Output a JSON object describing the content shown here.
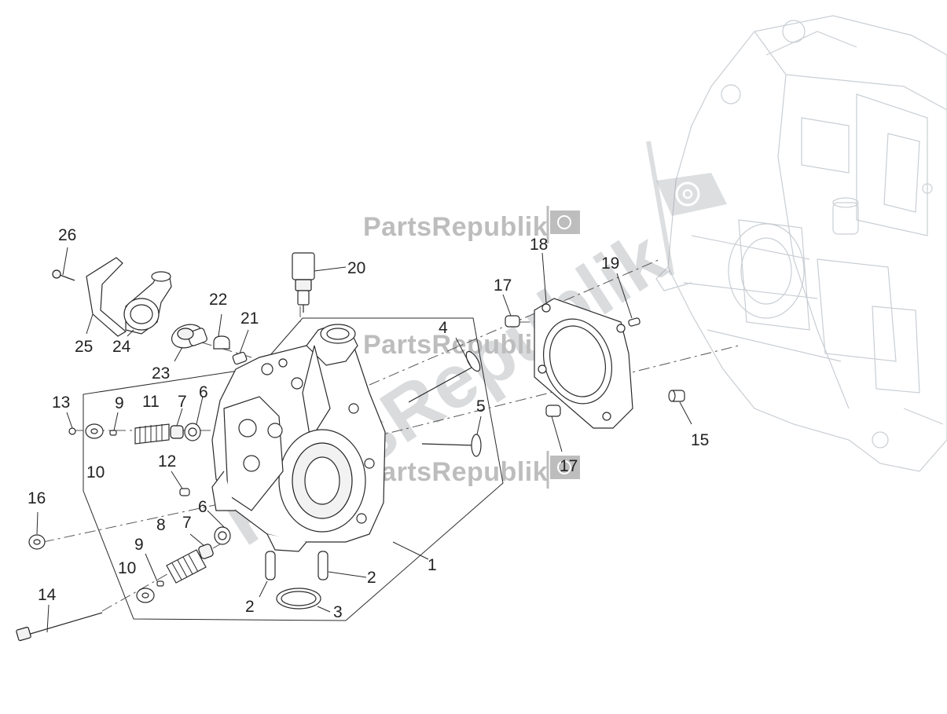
{
  "watermark": {
    "brand": "PartsRepublik",
    "brand_diagonal": "PartsRepublik",
    "logo": "gear-flag-icon"
  },
  "callouts": [
    {
      "id": "c1",
      "text": "1"
    },
    {
      "id": "c2a",
      "text": "2"
    },
    {
      "id": "c2b",
      "text": "2"
    },
    {
      "id": "c3",
      "text": "3"
    },
    {
      "id": "c4",
      "text": "4"
    },
    {
      "id": "c5",
      "text": "5"
    },
    {
      "id": "c6a",
      "text": "6"
    },
    {
      "id": "c6b",
      "text": "6"
    },
    {
      "id": "c7a",
      "text": "7"
    },
    {
      "id": "c7b",
      "text": "7"
    },
    {
      "id": "c8",
      "text": "8"
    },
    {
      "id": "c9a",
      "text": "9"
    },
    {
      "id": "c9b",
      "text": "9"
    },
    {
      "id": "c10a",
      "text": "10"
    },
    {
      "id": "c10b",
      "text": "10"
    },
    {
      "id": "c11",
      "text": "11"
    },
    {
      "id": "c12",
      "text": "12"
    },
    {
      "id": "c13",
      "text": "13"
    },
    {
      "id": "c14",
      "text": "14"
    },
    {
      "id": "c15",
      "text": "15"
    },
    {
      "id": "c16",
      "text": "16"
    },
    {
      "id": "c17a",
      "text": "17"
    },
    {
      "id": "c17b",
      "text": "17"
    },
    {
      "id": "c18",
      "text": "18"
    },
    {
      "id": "c19",
      "text": "19"
    },
    {
      "id": "c20",
      "text": "20"
    },
    {
      "id": "c21",
      "text": "21"
    },
    {
      "id": "c22",
      "text": "22"
    },
    {
      "id": "c23",
      "text": "23"
    },
    {
      "id": "c24",
      "text": "24"
    },
    {
      "id": "c25",
      "text": "25"
    },
    {
      "id": "c26",
      "text": "26"
    }
  ]
}
